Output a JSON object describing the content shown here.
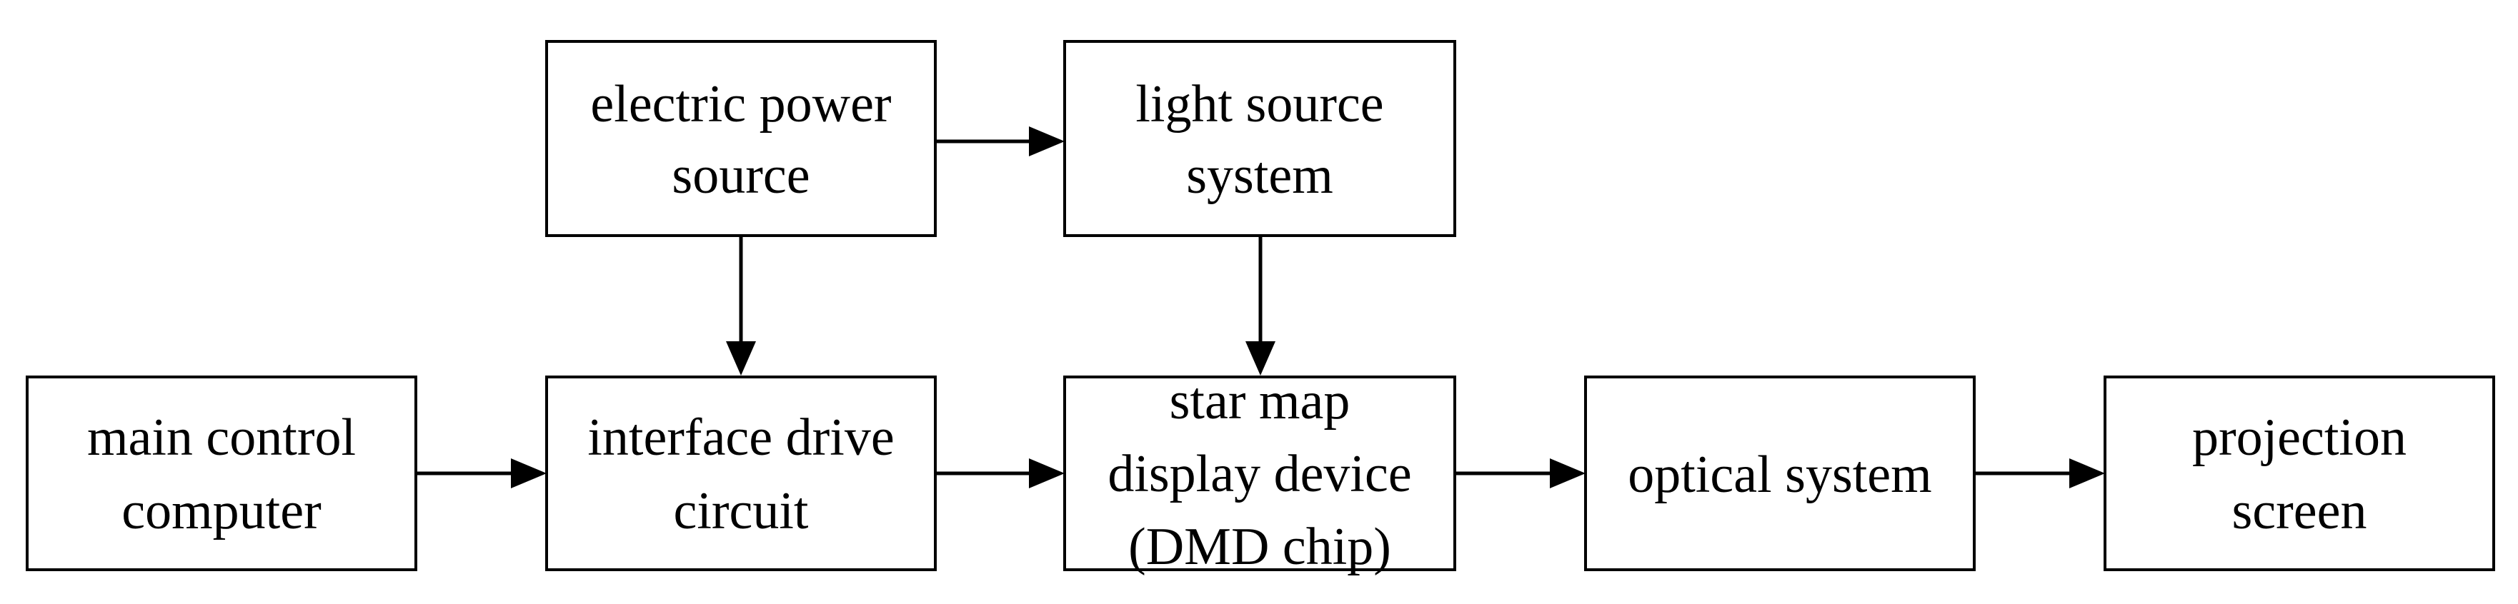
{
  "nodes": {
    "electric_power_source": {
      "lines": [
        "electric power",
        "source"
      ]
    },
    "light_source_system": {
      "lines": [
        "light source",
        "system"
      ]
    },
    "main_control_computer": {
      "lines": [
        "main control",
        "computer"
      ]
    },
    "interface_drive_circuit": {
      "lines": [
        "interface drive",
        "circuit"
      ]
    },
    "star_map_display_device": {
      "lines": [
        "star map",
        "display device",
        "(DMD chip)"
      ]
    },
    "optical_system": {
      "lines": [
        "optical system"
      ]
    },
    "projection_screen": {
      "lines": [
        "projection",
        "screen"
      ]
    }
  },
  "edges": [
    {
      "from": "electric_power_source",
      "to": "light_source_system"
    },
    {
      "from": "electric_power_source",
      "to": "interface_drive_circuit"
    },
    {
      "from": "light_source_system",
      "to": "star_map_display_device"
    },
    {
      "from": "main_control_computer",
      "to": "interface_drive_circuit"
    },
    {
      "from": "interface_drive_circuit",
      "to": "star_map_display_device"
    },
    {
      "from": "star_map_display_device",
      "to": "optical_system"
    },
    {
      "from": "optical_system",
      "to": "projection_screen"
    }
  ],
  "colors": {
    "stroke": "#000000",
    "fill": "#ffffff",
    "text": "#000000"
  }
}
